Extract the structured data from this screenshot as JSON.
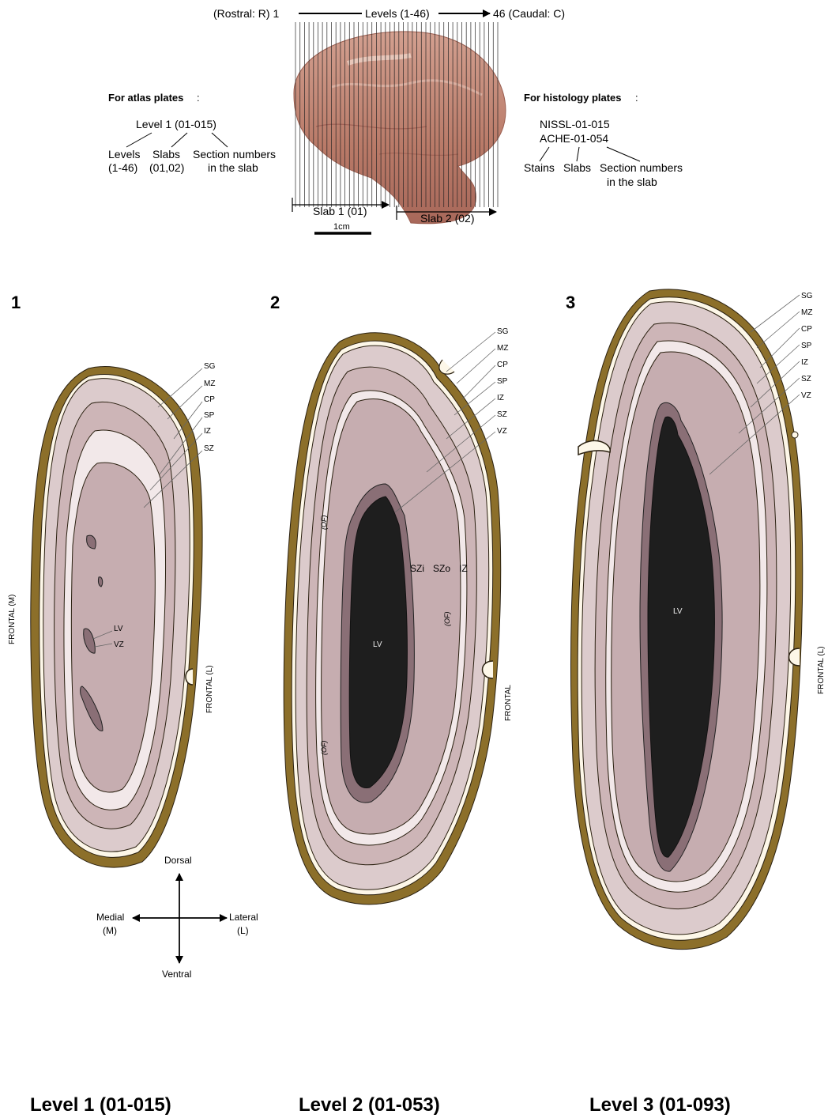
{
  "top": {
    "rostral": "(Rostral: R) 1",
    "levels_axis": "Levels (1-46)",
    "caudal": "46  (Caudal: C)",
    "atlas_title": "For atlas plates",
    "atlas_example": "Level 1 (01-015)",
    "atlas_levels": [
      "Levels",
      "(1-46)"
    ],
    "atlas_slabs": [
      "Slabs",
      "(01,02)"
    ],
    "atlas_sections": [
      "Section numbers",
      "in the slab"
    ],
    "histo_title": "For histology plates",
    "histo_ex1": "NISSL-01-015",
    "histo_ex2": "ACHE-01-054",
    "histo_stains": "Stains",
    "histo_slabs": "Slabs",
    "histo_sections": [
      "Section numbers",
      "in the slab"
    ],
    "slab1": "Slab 1 (01)",
    "slab2": "Slab 2 (02)",
    "scale": "1cm"
  },
  "panels": [
    {
      "number": "1",
      "caption": "Level 1 (01-015)",
      "layers": [
        "SG",
        "MZ",
        "CP",
        "SP",
        "IZ",
        "SZ"
      ],
      "inner_labels": [
        "LV",
        "VZ"
      ],
      "side_left": "FRONTAL (M)",
      "side_right": "FRONTAL (L)"
    },
    {
      "number": "2",
      "caption": "Level 2 (01-053)",
      "layers": [
        "SG",
        "MZ",
        "CP",
        "SP",
        "IZ",
        "SZ",
        "VZ"
      ],
      "inner_labels": [
        "SZi",
        "SZo",
        "IZ",
        "LV",
        "(OF)",
        "(OF)",
        "(OF)"
      ],
      "side_right": "FRONTAL"
    },
    {
      "number": "3",
      "caption": "Level 3 (01-093)",
      "layers": [
        "SG",
        "MZ",
        "CP",
        "SP",
        "IZ",
        "SZ",
        "VZ"
      ],
      "inner_labels": [
        "LV"
      ],
      "side_right": "FRONTAL (L)"
    }
  ],
  "orientation": {
    "dorsal": "Dorsal",
    "ventral": "Ventral",
    "medial": [
      "Medial",
      "(M)"
    ],
    "lateral": [
      "Lateral",
      "(L)"
    ]
  },
  "colors": {
    "outer": "#8c6f2a",
    "mz": "#dccbcc",
    "cp": "#cdb5b7",
    "sp": "#f2e8e9",
    "iz": "#c6adb0",
    "vz": "#8a6f76",
    "lv": "#1e1e1e"
  }
}
